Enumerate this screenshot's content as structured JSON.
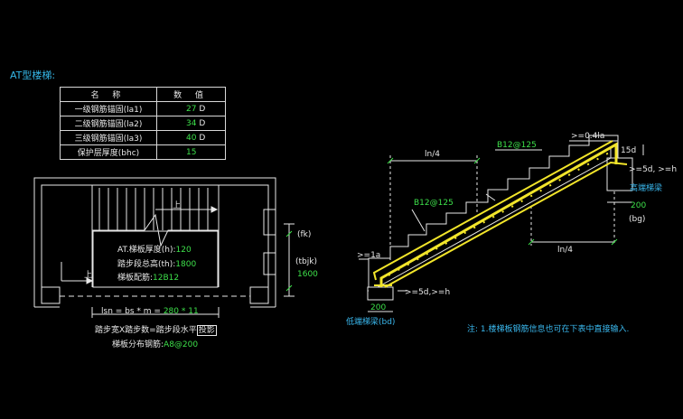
{
  "title": "AT型楼梯:",
  "table": {
    "headers": [
      "名 称",
      "数 值"
    ],
    "rows": [
      {
        "name": "一级钢筋锚固(la1)",
        "value": "27",
        "unit": "D"
      },
      {
        "name": "二级钢筋锚固(la2)",
        "value": "34",
        "unit": "D"
      },
      {
        "name": "三级钢筋锚固(la3)",
        "value": "40",
        "unit": "D"
      },
      {
        "name": "保护层厚度(bhc)",
        "value": "15",
        "unit": ""
      }
    ]
  },
  "plan": {
    "up_label_top": "上",
    "up_label_bottom": "上",
    "info_line1_label": "AT.梯板厚度(h):",
    "info_line1_value": "120",
    "info_line2_label": "踏步段总高(th):",
    "info_line2_value": "1800",
    "info_line3_label": "梯板配筋:",
    "info_line3_value": "12B12",
    "fk_label": "(fk)",
    "tbjk_label": "(tbjk)",
    "tbjk_value": "1600",
    "formula_left": "lsn = bs * m = ",
    "formula_value": "280 * 11",
    "formula_note_a": "踏步宽X踏步数=踏步段水平",
    "formula_note_b": "投影",
    "dist_label": "梯板分布钢筋:",
    "dist_value": "A8@200"
  },
  "section": {
    "ln4_top": "ln/4",
    "ln4_bottom": "ln/4",
    "rebar_top": "B12@125",
    "rebar_bottom": "B12@125",
    "ge04la": ">=0.4la",
    "d15": "15d",
    "ge5d_h_right": ">=5d, >=h",
    "ge5d_h_left": ">=5d,>=h",
    "gela": ">=1a",
    "high_beam": "高端梯梁",
    "low_beam": "低端梯梁(bd)",
    "bg_value": "200",
    "bg_label": "(bg)",
    "bd_value": "200"
  },
  "note": "注: 1.楼梯板钢筋信息也可在下表中直接输入."
}
